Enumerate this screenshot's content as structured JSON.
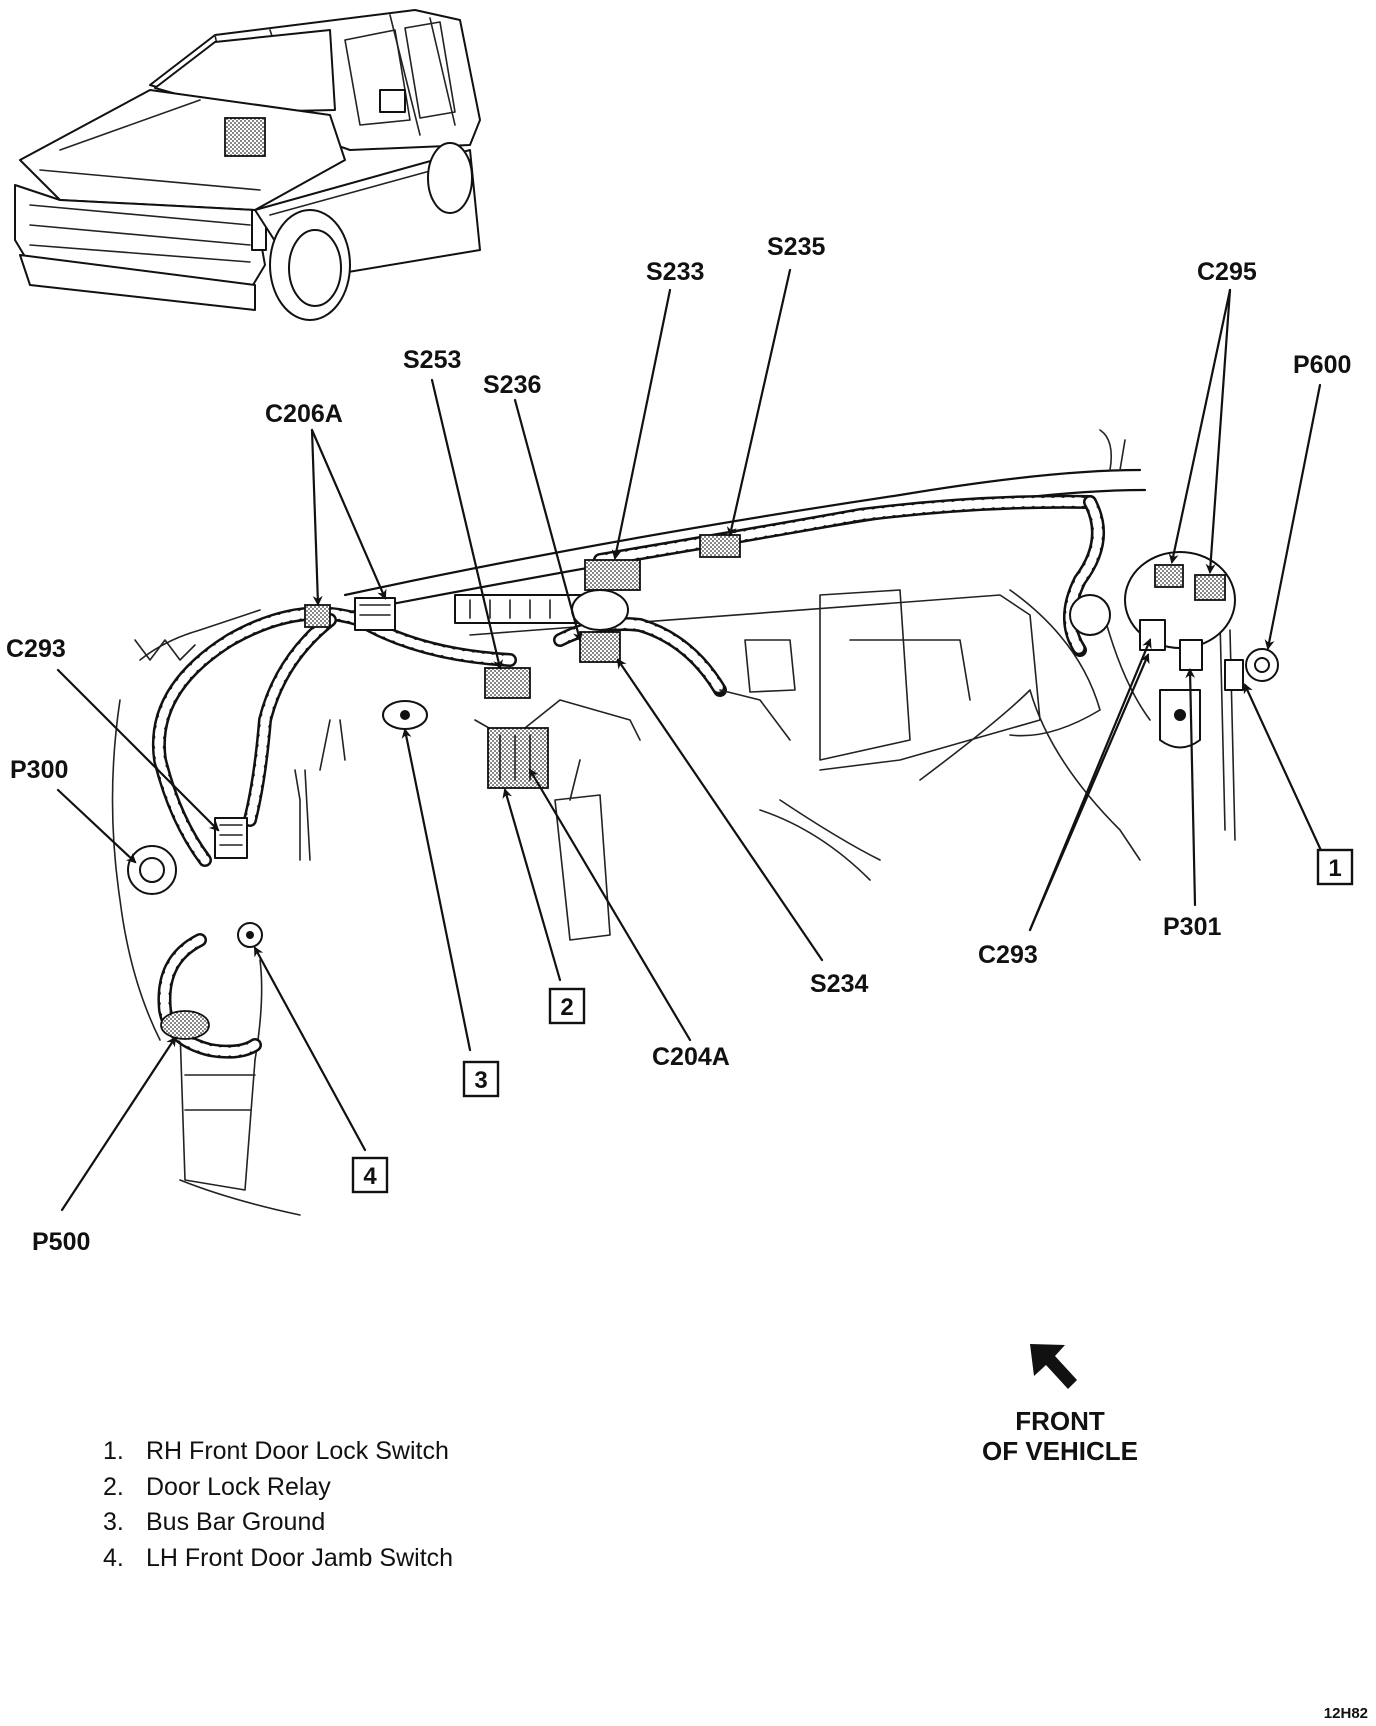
{
  "callouts": {
    "s235": "S235",
    "s233": "S233",
    "c295": "C295",
    "p600": "P600",
    "s253": "S253",
    "s236": "S236",
    "c206a": "C206A",
    "c293_left": "C293",
    "p300": "P300",
    "c293_right": "C293",
    "p301": "P301",
    "s234": "S234",
    "c204a": "C204A",
    "p500": "P500"
  },
  "numbered_boxes": {
    "n1": "1",
    "n2": "2",
    "n3": "3",
    "n4": "4"
  },
  "legend": [
    {
      "num": "1.",
      "text": "RH Front Door Lock Switch"
    },
    {
      "num": "2.",
      "text": "Door Lock Relay"
    },
    {
      "num": "3.",
      "text": "Bus Bar Ground"
    },
    {
      "num": "4.",
      "text": "LH Front Door Jamb Switch"
    }
  ],
  "front_indicator": {
    "line1": "FRONT",
    "line2": "OF VEHICLE"
  },
  "figure_code": "12H82"
}
